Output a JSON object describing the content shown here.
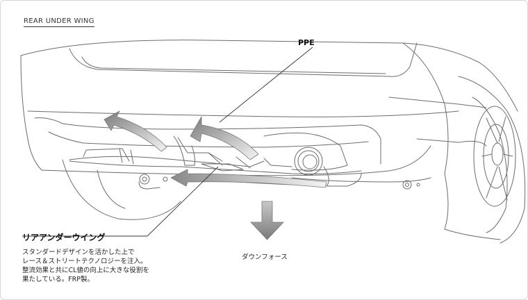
{
  "header": {
    "section_title": "REAR UNDER WING"
  },
  "callout": {
    "label": "PPE"
  },
  "product": {
    "name": "リアアンダーウイング",
    "description": [
      "スタンダードデザインを活かした上で",
      "レース＆ストリートテクノロジーを注入。",
      "整流効果と共にCL値の向上に大きな役割を",
      "果たしている。FRP製。"
    ]
  },
  "downforce": {
    "label": "ダウンフォース"
  },
  "colors": {
    "background": "#ffffff",
    "line_art": "#6b6b6b",
    "arrow_dark": "#7a7a7a",
    "arrow_light": "#f2f2f2",
    "text": "#222222"
  }
}
